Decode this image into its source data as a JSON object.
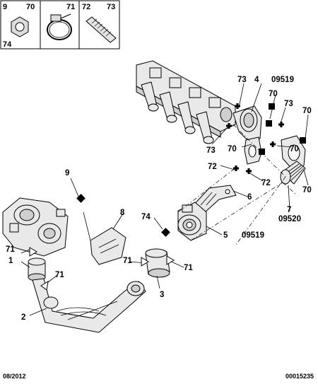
{
  "legend": {
    "cells": [
      {
        "a": "9",
        "b": "70",
        "c": "74"
      },
      {
        "b": "71"
      },
      {
        "a": "72",
        "b": "73"
      }
    ]
  },
  "callouts": {
    "n73a": "73",
    "n4": "4",
    "ref09519a": "09519",
    "n70a": "70",
    "n73b": "73",
    "n70b": "70",
    "n73c": "73",
    "n70c": "70",
    "n70d": "70",
    "n70e": "70",
    "n72a": "72",
    "n72b": "72",
    "n6": "6",
    "n9": "9",
    "n8": "8",
    "n74": "74",
    "n5": "5",
    "ref09519b": "09519",
    "n7": "7",
    "ref09520": "09520",
    "n71a": "71",
    "n1": "1",
    "n71b": "71",
    "n2": "2",
    "n71c": "71",
    "n71d": "71",
    "n3": "3"
  },
  "footer": {
    "date": "08/2012",
    "code": "00015235"
  }
}
